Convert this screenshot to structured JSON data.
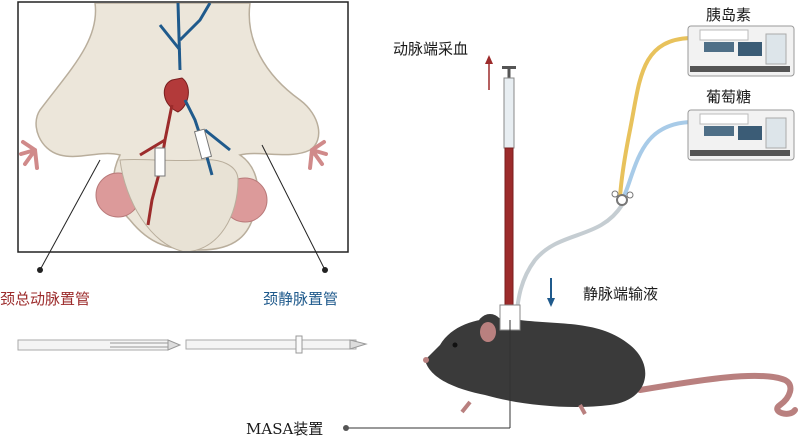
{
  "labels": {
    "arterial_sampling": "动脉端采血",
    "insulin": "胰岛素",
    "glucose": "葡萄糖",
    "venous_infusion": "静脉端输液",
    "carotid_catheter": "颈总动脉置管",
    "jugular_catheter": "颈静脉置管",
    "masa_device": "MASA装置"
  },
  "colors": {
    "artery": "#9c2b2b",
    "vein": "#1f5a8c",
    "insulin_line": "#e8c25c",
    "glucose_line": "#a8cbe8",
    "mouse": "#3a3a3a",
    "tail": "#b9807f"
  },
  "icons": [
    "syringe-icon",
    "infusion-pump-icon",
    "mouse-icon",
    "catheter-icon",
    "y-connector-icon"
  ]
}
